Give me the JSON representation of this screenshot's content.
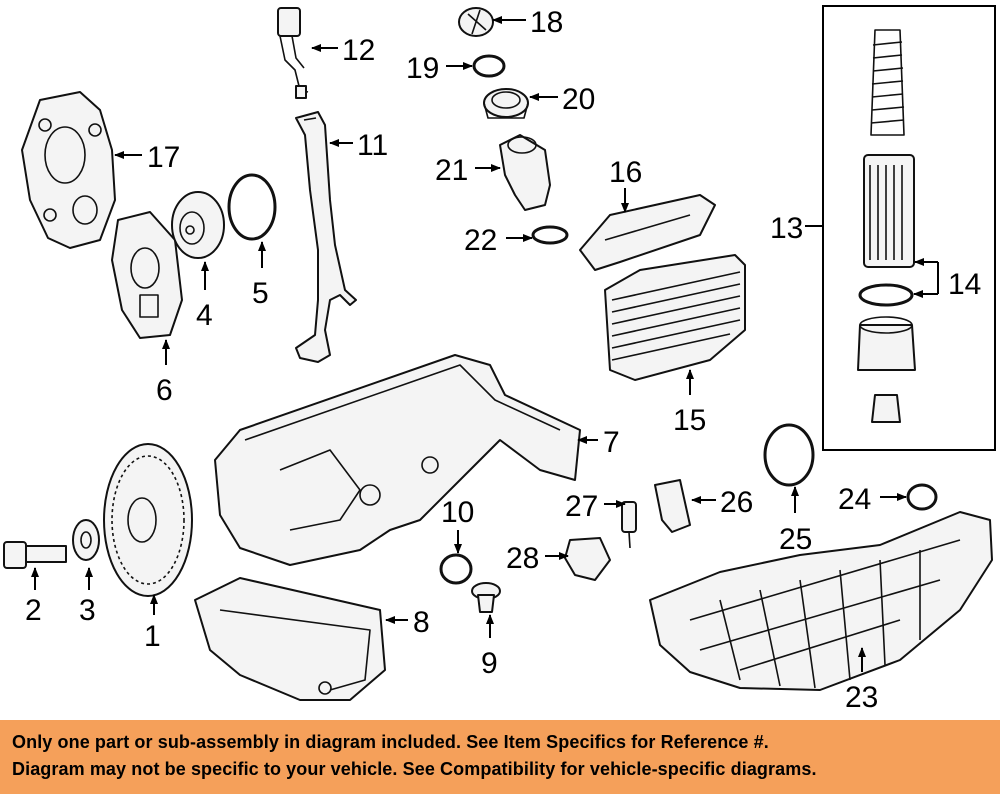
{
  "callouts": [
    "1",
    "2",
    "3",
    "4",
    "5",
    "6",
    "7",
    "8",
    "9",
    "10",
    "11",
    "12",
    "13",
    "14",
    "15",
    "16",
    "17",
    "18",
    "19",
    "20",
    "21",
    "22",
    "23",
    "24",
    "25",
    "26",
    "27",
    "28"
  ],
  "footer": {
    "line1": "Only one part or sub-assembly in diagram included. See Item Specifics for Reference #.",
    "line2": "Diagram may not be specific to your vehicle. See Compatibility for vehicle-specific diagrams."
  },
  "colors": {
    "footer_bg": "#f5a05a",
    "line": "#111111",
    "part_fill": "#f4f4f4"
  }
}
